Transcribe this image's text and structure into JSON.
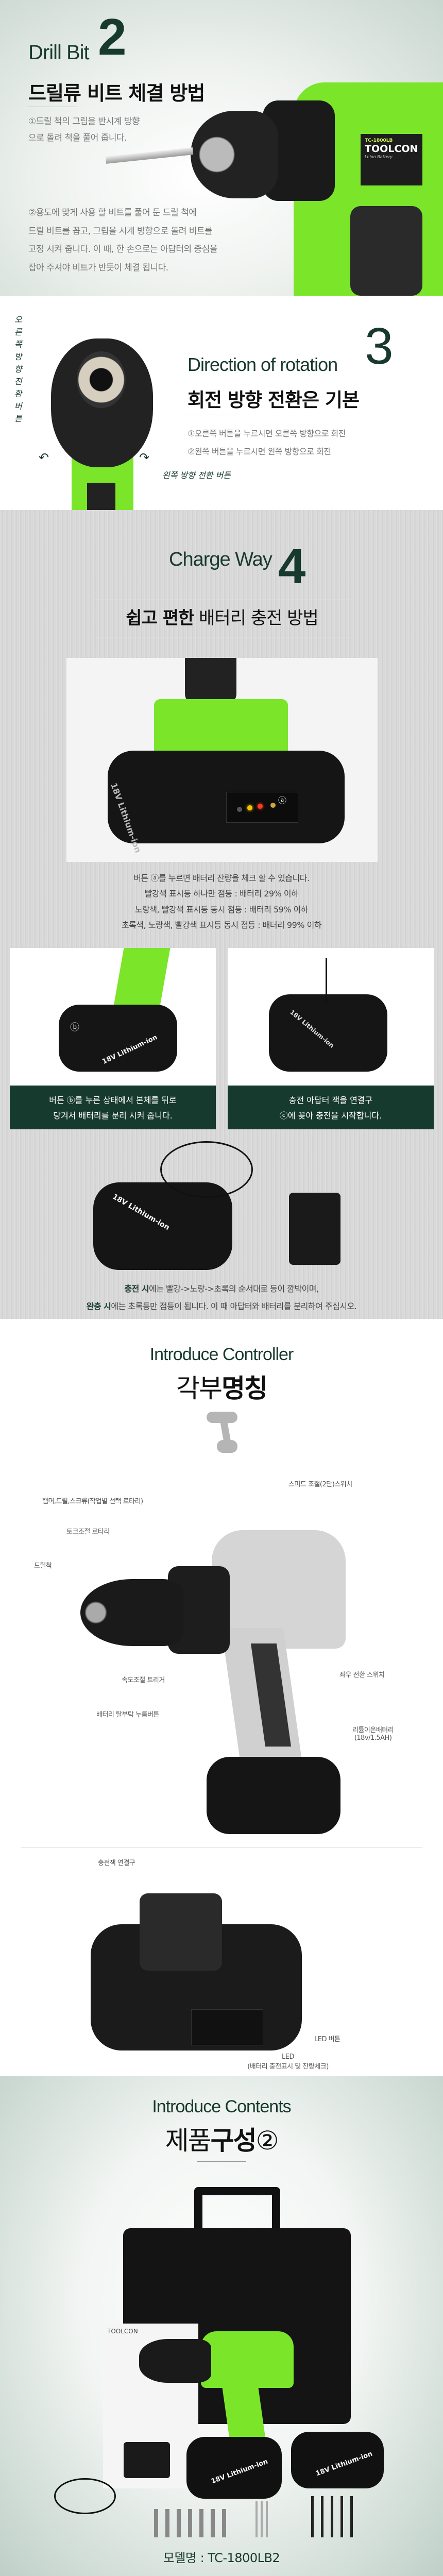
{
  "drill_bit": {
    "eyebrow": "Drill Bit",
    "number": "2",
    "title": "드릴류 비트 체결 방법",
    "step1": [
      "①드릴 척의 그립을 반시계 방향",
      "으로 돌려 척을 풀어 줍니다."
    ],
    "step2": [
      "②용도에 맞게 사용 할 비트를 풀어 둔 드릴 척에",
      "드릴 비트를 꼽고, 그립을 시계 방향으로 돌려 비트를",
      "고정 시켜 줍니다. 이 때, 한 손으로는 아답터의 중심을",
      "잡아 주셔야 비트가 반듯이 체결 됩니다."
    ],
    "product_label": {
      "model": "TC-1800LB",
      "brand": "TOOLCON",
      "sub": "Li-ion Battery"
    }
  },
  "rotation": {
    "eyebrow": "Direction of rotation",
    "number": "3",
    "title": "회전 방향 전환은 기본",
    "step1": "①오른쪽 버튼을 누르시면 오른쪽 방향으로 회전",
    "step2": "②왼쪽 버튼을 누르시면 왼쪽 방향으로 회전",
    "hand_right": "오른쪽 방향 전환 버튼",
    "hand_left": "왼쪽 방향 전환 버튼"
  },
  "charge": {
    "eyebrow": "Charge Way",
    "number": "4",
    "title_bold": "쉽고 편한",
    "title_rest": "배터리 충전 방법",
    "battery_text": "18V Lithium-ion",
    "marker_a": "ⓐ",
    "marker_b": "ⓑ",
    "check_lines": [
      "버튼 ⓐ를 누르면 배터리 잔량을 체크 할 수 있습니다.",
      "빨강색 표시등 하나만 점등 : 배터리 29% 이하",
      "노랑색, 빨강색 표시등 동시 점등 : 배터리 59% 이하",
      "초록색, 노랑색, 빨강색 표시등 동시 점등 : 배터리 99% 이하"
    ],
    "led_colors": {
      "green": "#7a8a6a",
      "yellow": "#f5c400",
      "red": "#ff3b1f"
    },
    "caption_left": [
      "버튼 ⓑ를 누른 상태에서 본체를 뒤로",
      "당겨서 배터리를 분리 시켜 줍니다."
    ],
    "caption_right": [
      "충전 아답터 잭을 연결구",
      "ⓒ에 꽂아 충전을 시작합니다."
    ],
    "note1_bold": "충전 시",
    "note1_rest": "에는 빨강->노랑->초록의 순서대로 등이 깜박이며,",
    "note2_bold": "완충 시",
    "note2_rest": "에는 초록등만 점등이 됩니다. 이 때 아답터와 배터리를 분리하여 주십시오."
  },
  "controller": {
    "eyebrow": "Introduce Controller",
    "title_light": "각부",
    "title_bold": "명칭",
    "labels": {
      "speed_switch": "스피드 조절(2단)스위치",
      "mode_rotary": "햄머,드릴,스크류(작업별 선택 로타리)",
      "torque_rotary": "토크조절 로타리",
      "chuck": "드릴척",
      "trigger": "속도조절 트리거",
      "direction_switch": "좌우 전환 스위치",
      "release_button": "배터리 탈부탁 누름버튼",
      "battery": "리튬이온배터리",
      "battery_spec": "(18v/1.5AH)",
      "charge_jack": "충전잭 연결구",
      "led_button": "LED 버튼",
      "led": "LED",
      "led_desc": "(배터리 충전표시 및 잔량체크)"
    }
  },
  "contents": {
    "eyebrow": "Introduce Contents",
    "title_light": "제품",
    "title_bold": "구성",
    "title_num": "②",
    "manual_brand": "TOOLCON",
    "model_label": "모델명 : TC-1800LB2"
  },
  "accent_green": "#7be52a",
  "heading_green": "#183a2e"
}
